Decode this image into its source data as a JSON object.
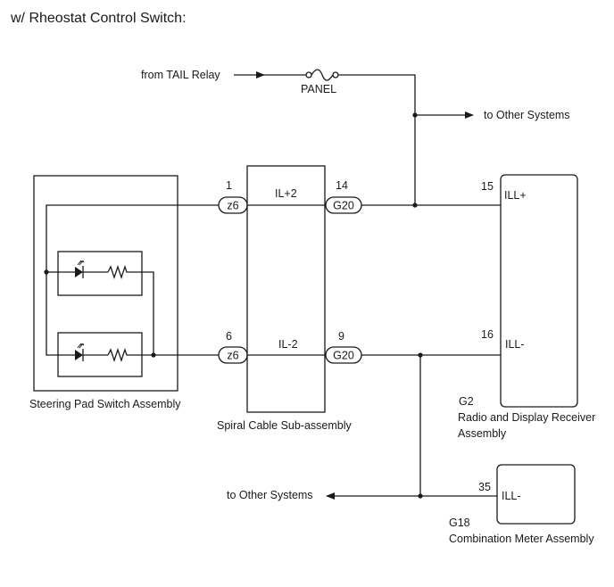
{
  "title": "w/ Rheostat Control Switch:",
  "power": {
    "source": "from TAIL Relay",
    "fuse": "PANEL",
    "branch_out": "to Other Systems"
  },
  "steering_pad": {
    "label": "Steering Pad Switch Assembly",
    "connector": "z6",
    "pins": [
      "1",
      "6"
    ]
  },
  "spiral_cable": {
    "label": "Spiral Cable Sub-assembly",
    "signals": [
      "IL+2",
      "IL-2"
    ],
    "connector": "G20",
    "pins": [
      "14",
      "9"
    ]
  },
  "radio": {
    "code": "G2",
    "label_line1": "Radio and Display Receiver",
    "label_line2": "Assembly",
    "terminals": [
      {
        "pin": "15",
        "name": "ILL+"
      },
      {
        "pin": "16",
        "name": "ILL-"
      }
    ]
  },
  "meter": {
    "code": "G18",
    "label": "Combination Meter Assembly",
    "pin": "35",
    "name": "ILL-"
  },
  "ground_branch": "to Other Systems"
}
